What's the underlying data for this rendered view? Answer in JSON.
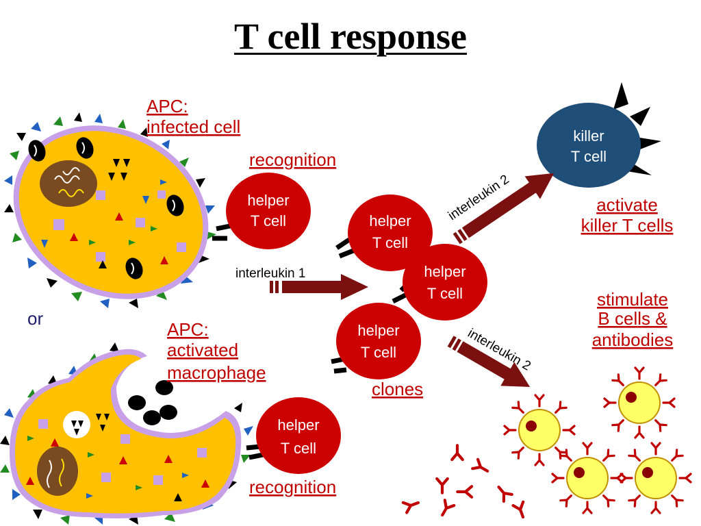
{
  "title": "T cell response",
  "labels": {
    "apc_infected_1": "APC:",
    "apc_infected_2": "infected cell",
    "recognition_top": "recognition",
    "or": "or",
    "apc_macro_1": "APC:",
    "apc_macro_2": "activated",
    "apc_macro_3": "macrophage",
    "recognition_bottom": "recognition",
    "clones": "clones",
    "interleukin1": "interleukin 1",
    "interleukin2_top": "interleukin 2",
    "interleukin2_bottom": "interleukin 2",
    "killer_1": "killer",
    "killer_2": "T cell",
    "activate_1": "activate",
    "activate_2": "killer T cells",
    "stimulate_1": "stimulate",
    "stimulate_2": "B cells &",
    "stimulate_3": "antibodies"
  },
  "helper_cell": {
    "line1": "helper",
    "line2": "T cell"
  },
  "colors": {
    "label_red": "#c00000",
    "helper_cell": "#cc0000",
    "killer_cell": "#1f4e79",
    "apc_body": "#ffc000",
    "arrow": "#7b1010",
    "b_cell": "#ffff66"
  }
}
